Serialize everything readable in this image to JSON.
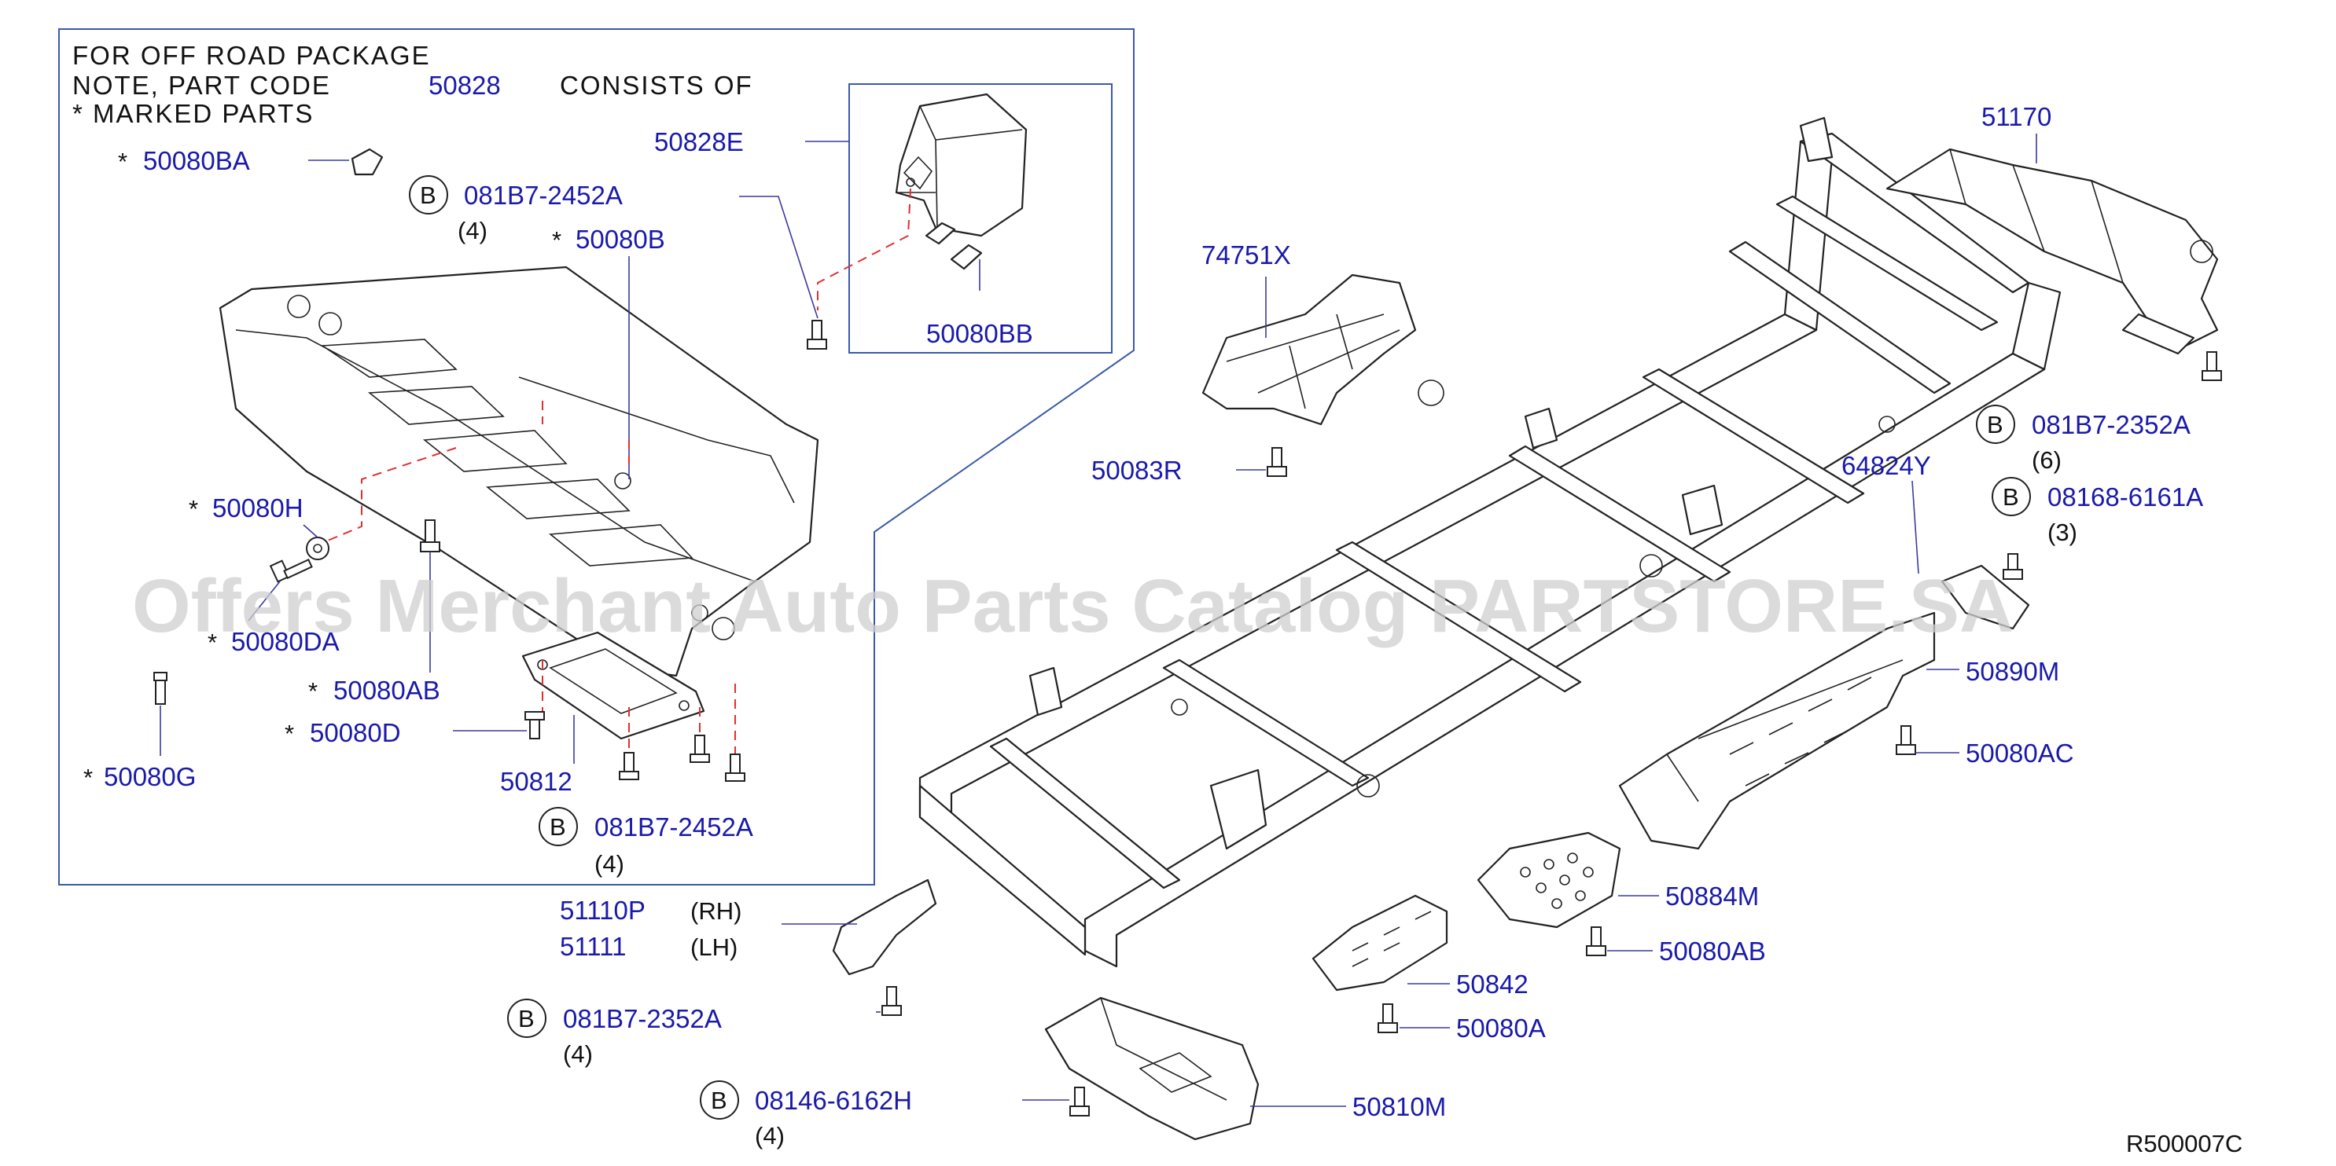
{
  "note": {
    "line1": "FOR OFF ROAD PACKAGE",
    "line2a": "NOTE, PART CODE",
    "line2b": "50828",
    "line2c": "CONSISTS OF",
    "line3": "* MARKED PARTS"
  },
  "labels": {
    "p50080BA": "50080BA",
    "p081B7_2452A_top": "081B7-2452A",
    "q_top_4": "(4)",
    "p50080B": "50080B",
    "p50828E": "50828E",
    "p50080BB": "50080BB",
    "p50080H": "50080H",
    "p50080DA": "50080DA",
    "p50080AB_left": "50080AB",
    "p50080D": "50080D",
    "p50080G": "50080G",
    "p50812": "50812",
    "p081B7_2452A_bottom": "081B7-2452A",
    "q_bottom_4": "(4)",
    "p74751X": "74751X",
    "p50083R": "50083R",
    "p51170": "51170",
    "p081B7_2352A_right": "081B7-2352A",
    "q_right_6": "(6)",
    "p64824Y": "64824Y",
    "p08168_6161A": "08168-6161A",
    "q_right_3": "(3)",
    "p50890M": "50890M",
    "p50080AC": "50080AC",
    "p50884M": "50884M",
    "p50080AB_right": "50080AB",
    "p50842": "50842",
    "p50080A": "50080A",
    "p50810M": "50810M",
    "p51110P": "51110P",
    "rh": "(RH)",
    "p51111": "51111",
    "lh": "(LH)",
    "p081B7_2352A_bottom": "081B7-2352A",
    "q_bottom2_4": "(4)",
    "p08146_6162H": "08146-6162H",
    "q_bottom3_4": "(4)"
  },
  "markers": {
    "star": "*",
    "bolt_circle": "B"
  },
  "watermark": "Offers Merchant Auto Parts Catalog PARTSTORE.SA",
  "ref_code": "R500007C",
  "colors": {
    "label_blue": "#1a1aaa",
    "leader_blue": "#3a3aa0",
    "box_blue": "#3a5aa8",
    "dash_red": "#e03030",
    "line_black": "#222222"
  }
}
